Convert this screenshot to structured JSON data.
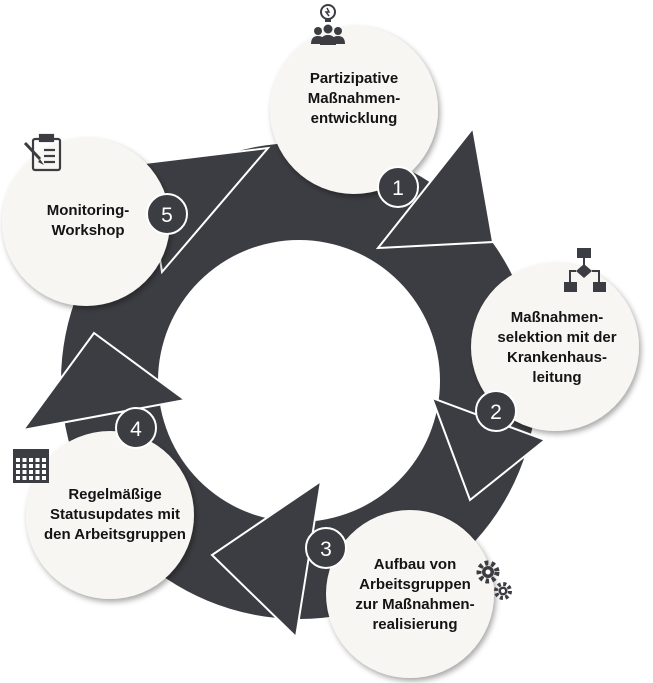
{
  "steps": [
    {
      "number": "1",
      "label": "Partizipative\nMaßnahmen-\nentwicklung",
      "icon": "people-idea-icon"
    },
    {
      "number": "2",
      "label": "Maßnahmen-\nselektion mit der\nKrankenhaus-\nleitung",
      "icon": "flowchart-icon"
    },
    {
      "number": "3",
      "label": "Aufbau von\nArbeitsgruppen\nzur Maßnahmen-\nrealisierung",
      "icon": "gears-icon"
    },
    {
      "number": "4",
      "label": "Regelmäßige\nStatusupdates mit\nden Arbeitsgruppen",
      "icon": "calendar-icon"
    },
    {
      "number": "5",
      "label": "Monitoring-\nWorkshop",
      "icon": "clipboard-pen-icon"
    }
  ],
  "colors": {
    "ring": "#3c3d42",
    "circle": "#f8f6f3",
    "badge": "#3c3d42",
    "badge_text": "#ffffff",
    "icon": "#3c3d42"
  }
}
